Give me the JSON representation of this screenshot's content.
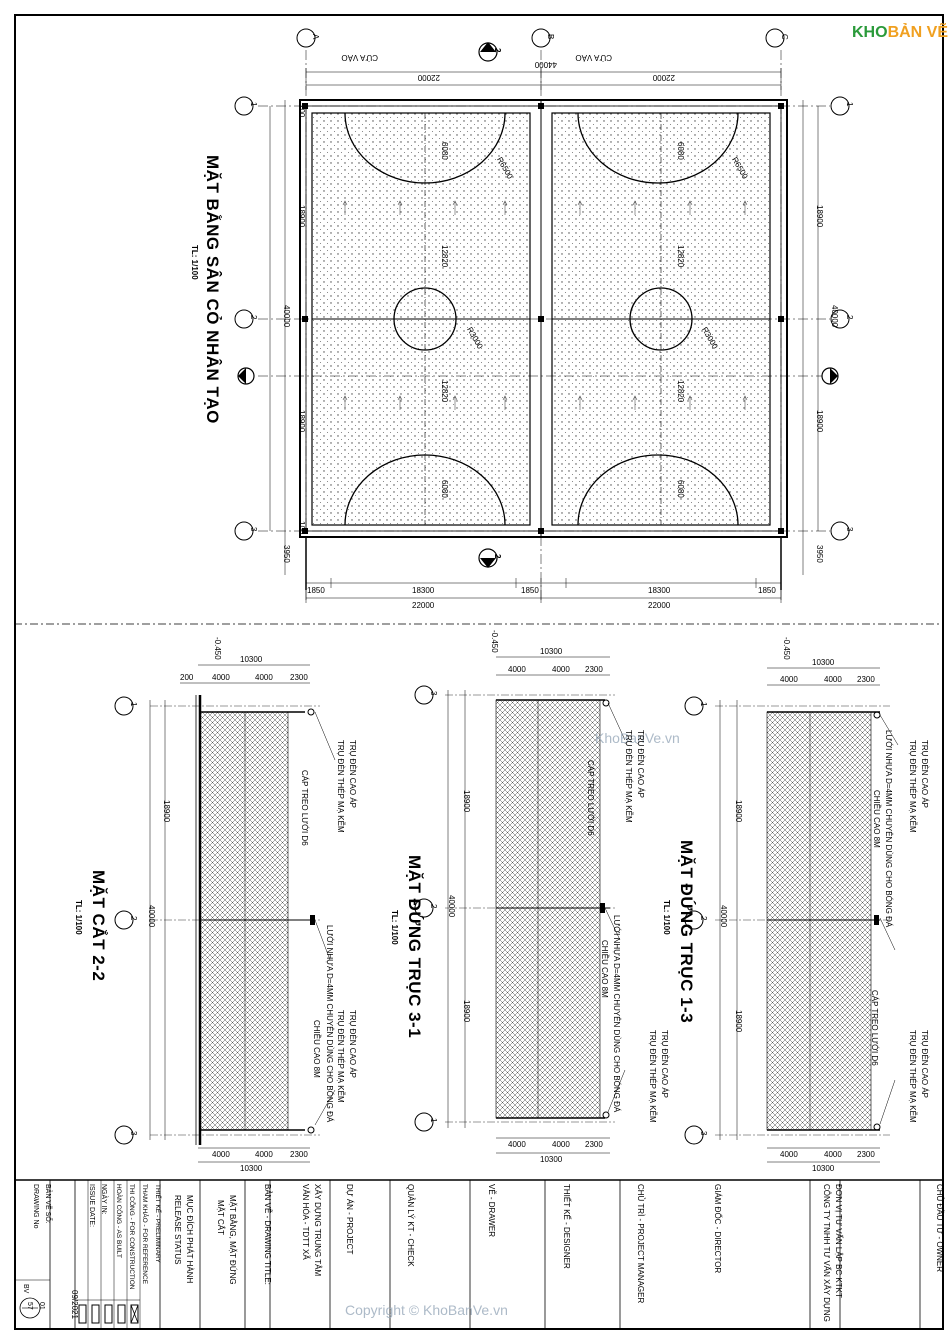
{
  "watermark": {
    "logo_a": "KHO",
    "logo_b": "BẢN VẼ",
    "mid": "KhoBanVe.vn",
    "bottom": "Copyright © KhoBanVe.vn"
  },
  "plan": {
    "title": "MẶT BẰNG SÂN CỎ NHÂN TẠO",
    "scale": "TL: 1/100",
    "entry_label": "CỬA VÀO",
    "axes_letters": [
      "A",
      "B",
      "C"
    ],
    "axes_numbers": [
      "1",
      "2",
      "3"
    ],
    "section_mark": "2",
    "dims_top": [
      "22000",
      "22000"
    ],
    "dim_total": "44000",
    "dims_bottom_1": [
      "1850",
      "18300",
      "1850",
      "18300",
      "1850"
    ],
    "dims_bottom_2": [
      "22000",
      "22000"
    ],
    "dims_side": [
      "100",
      "18900",
      "40000",
      "18900",
      "100",
      "3950"
    ],
    "field_dims": [
      "6080",
      "12820",
      "R3000",
      "R6500"
    ]
  },
  "sections": [
    {
      "title": "MẶT CẮT 2-2",
      "scale": "TL: 1/100",
      "dims": [
        "10300",
        "200",
        "4000",
        "4000",
        "2300"
      ],
      "level": "-0.450"
    },
    {
      "title": "MẶT ĐỨNG TRỤC 3-1",
      "scale": "TL: 1/100",
      "dims": [
        "10300",
        "4000",
        "4000",
        "2300"
      ],
      "level": "-0.450"
    },
    {
      "title": "MẶT ĐỨNG TRỤC 1-3",
      "scale": "TL: 1/100",
      "dims": [
        "10300",
        "4000",
        "4000",
        "2300"
      ],
      "level": "-0.450"
    }
  ],
  "labels": {
    "lamp": "TRỤ ĐÈN CAO ÁP",
    "steel": "TRỤ ĐÈN THÉP MẠ KẼM",
    "cable": "CÁP TREO LƯỚI D6",
    "net": "LƯỚI NHỰA D=4MM CHUYÊN DÙNG CHO BÓNG ĐÁ",
    "height": "CHIỀU CAO 8M"
  },
  "title_block": {
    "owner": "CHỦ ĐẦU TƯ - OWNER",
    "consultant_1": "ĐƠN VỊ TƯ VẤN LẬP BC KTKT",
    "consultant_2": "CÔNG TY TNHH TƯ VẤN XÂY DỰNG",
    "director": "GIÁM ĐỐC - DIRECTOR",
    "pm": "CHỦ TRÌ - PROJECT MANAGER",
    "designer": "THIẾT KẾ - DESIGNER",
    "drawer": "VẼ - DRAWER",
    "check": "QUẢN LÝ KT - CHECK",
    "project_label": "DỰ ÁN - PROJECT",
    "project_1": "XÂY DỰNG TRUNG TÂM",
    "project_2": "VĂN HÓA - TDTT XÃ",
    "drawing_title_label": "BẢN VẼ - DRAWING TITLE:",
    "drawing_title_1": "MẶT BẰNG, MẶT ĐỨNG",
    "drawing_title_2": "MẶT CẮT",
    "status_1": "MỤC ĐÍCH PHÁT HÀNH",
    "status_2": "RELEASE STATUS",
    "st_prelim": "THIẾT KẾ - PRELIMINARY",
    "st_ref": "THAM KHẢO - FOR REFERENCE",
    "st_constr": "THI CÔNG - FOR CONSTRUCTION",
    "st_asbuilt": "HOÀN CÔNG - AS BUILT",
    "issue_label_1": "NGÀY IN:",
    "issue_label_2": "ISSUE DATE:",
    "issue_date": "09/2021",
    "dwg_label_1": "BẢN VẼ SỐ:",
    "dwg_label_2": "DRAWING No",
    "dwg_prefix": "BV",
    "dwg_num": "01",
    "dwg_total": "57"
  }
}
